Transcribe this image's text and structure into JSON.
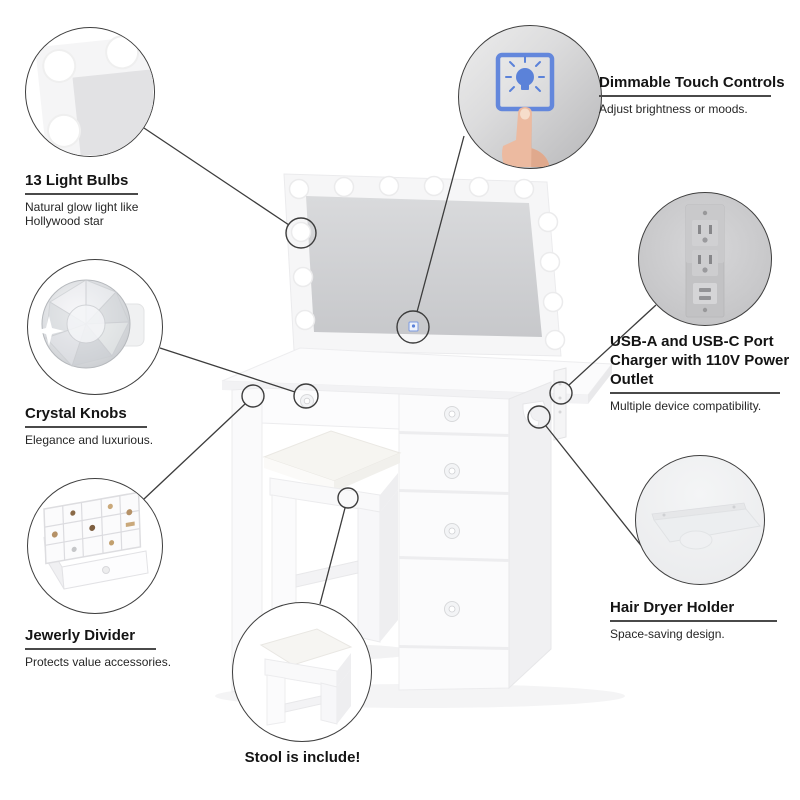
{
  "page": {
    "background": "#ffffff"
  },
  "colors": {
    "accent_blue": "#5b82d9",
    "connector_line": "#3c3c3c",
    "heading_text": "#141414",
    "body_text": "#262626",
    "furniture_white": "#fbfbfc",
    "mirror_glass": "#d0d1d4"
  },
  "callouts": {
    "light_bulbs": {
      "title": "13 Light Bulbs",
      "description": "Natural glow light like Hollywood star",
      "icon": "mirror-corner-bulbs"
    },
    "touch_controls": {
      "title": "Dimmable Touch Controls",
      "description": "Adjust brightness or moods.",
      "icon": "touch-button-finger"
    },
    "power_outlet": {
      "title": "USB-A and USB-C Port Charger with 110V Power Outlet",
      "description": "Multiple device compatibility.",
      "icon": "power-strip"
    },
    "crystal_knobs": {
      "title": "Crystal Knobs",
      "description": "Elegance and luxurious.",
      "icon": "crystal-knob"
    },
    "jewelry_divider": {
      "title": "Jewerly Divider",
      "description": "Protects value accessories.",
      "icon": "jewelry-tray-drawer"
    },
    "hair_dryer": {
      "title": "Hair Dryer Holder",
      "description": "Space-saving design.",
      "icon": "wall-bracket-shelf"
    },
    "stool": {
      "title": "Stool is include!",
      "icon": "stool"
    }
  }
}
